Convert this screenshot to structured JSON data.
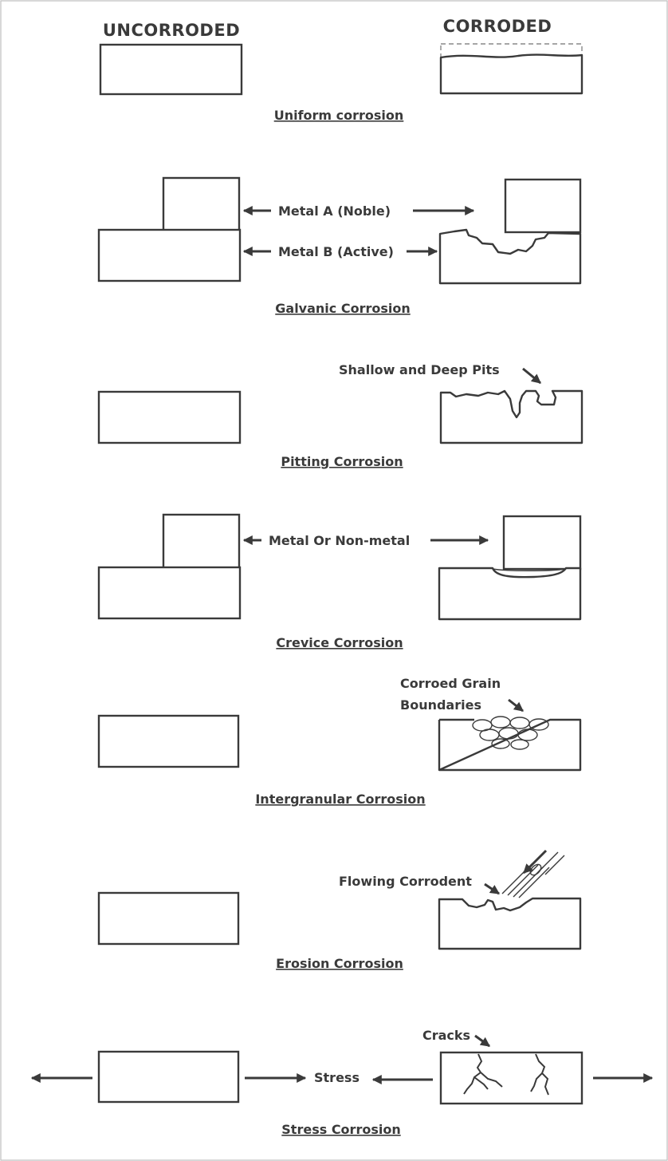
{
  "headers": {
    "uncorroded": "UNCORRODED",
    "corroded": "CORRODED"
  },
  "captions": {
    "uniform": "Uniform corrosion",
    "galvanic": "Galvanic Corrosion",
    "pitting": "Pitting Corrosion",
    "crevice": "Crevice Corrosion",
    "intergranular": "Intergranular Corrosion",
    "erosion": "Erosion Corrosion",
    "stress": "Stress Corrosion"
  },
  "annotations": {
    "metal_a": "Metal A (Noble)",
    "metal_b": "Metal B (Active)",
    "pits": "Shallow and Deep Pits",
    "crevice_gap": "Metal Or Non-metal",
    "grain_line1": "Corroed Grain",
    "grain_line2": "Boundaries",
    "flowing": "Flowing Corrodent",
    "cracks": "Cracks",
    "stress": "Stress"
  },
  "colors": {
    "ink": "#3a3a3a",
    "background": "#ffffff"
  }
}
